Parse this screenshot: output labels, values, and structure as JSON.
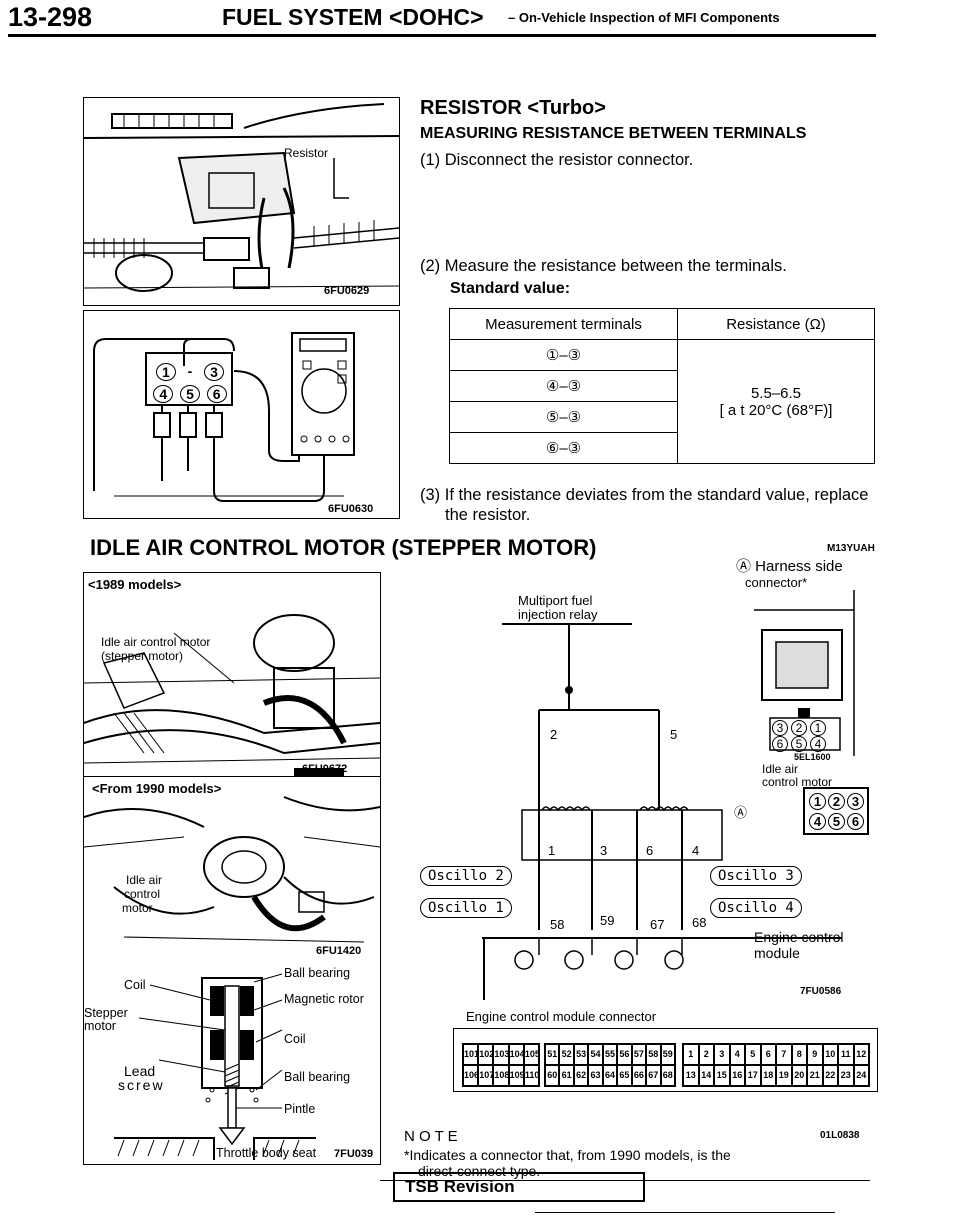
{
  "header": {
    "page_number": "13-298",
    "title": "FUEL SYSTEM <DOHC>",
    "subtitle": "– On-Vehicle Inspection of MFI Components"
  },
  "figures": {
    "resistor_photo": {
      "label": "Resistor",
      "code": "6FU0629"
    },
    "ohmmeter": {
      "code": "6FU0630",
      "pins_top": [
        "1",
        "-",
        "3"
      ],
      "pins_bottom": [
        "4",
        "5",
        "6"
      ]
    }
  },
  "resistor": {
    "title": "RESISTOR <Turbo>",
    "subtitle": "MEASURING RESISTANCE BETWEEN TERMINALS",
    "step1": "(1) Disconnect the resistor connector.",
    "step2": "(2) Measure the resistance between the terminals.",
    "standard_label": "Standard value:",
    "table": {
      "col1": "Measurement terminals",
      "col2": "Resistance (Ω)",
      "rows": [
        "①–③",
        "④–③",
        "⑤–③",
        "⑥–③"
      ],
      "value_line1": "5.5–6.5",
      "value_line2": "[ a t 20°C (68°F)]"
    },
    "step3_line1": "(3) If the resistance deviates from the standard value, replace",
    "step3_line2": "the resistor."
  },
  "iac": {
    "title": "IDLE AIR CONTROL MOTOR (STEPPER MOTOR)",
    "code": "M13YUAH",
    "photo1": {
      "label_models": "<1989 models>",
      "label_part_1": "Idle air control motor",
      "label_part_2": "(stepper motor)",
      "code": "6FU0672"
    },
    "photo2": {
      "label_models": "<From 1990 models>",
      "label_part_1": "Idle air",
      "label_part_2": "control",
      "label_part_3": "motor",
      "code": "6FU1420"
    },
    "cutaway": {
      "ball_bearing_top": "Ball bearing",
      "coil_left": "Coil",
      "magnetic_rotor": "Magnetic rotor",
      "stepper_motor_1": "Stepper",
      "stepper_motor_2": "motor",
      "coil_right": "Coil",
      "lead_screw_1": "Lead",
      "lead_screw_2": "screw",
      "ball_bearing_bottom": "Ball bearing",
      "pintle": "Pintle",
      "throttle_body_seat": "Throttle body seat",
      "code": "7FU039"
    },
    "circuit": {
      "relay_label_1": "Multiport fuel",
      "relay_label_2": "injection relay",
      "harness_label_1": "Ⓐ Harness side",
      "harness_label_2": "connector*",
      "harness_code": "5EL1600",
      "harness_pins_top": [
        "3",
        "2",
        "1"
      ],
      "harness_pins_bottom": [
        "6",
        "5",
        "4"
      ],
      "idle_label_1": "Idle air",
      "idle_label_2": "control motor",
      "idle_marker": "Ⓐ",
      "idle_pins_top": [
        "1",
        "2",
        "3"
      ],
      "idle_pins_bottom": [
        "4",
        "5",
        "6"
      ],
      "pin_2": "2",
      "pin_5": "5",
      "pins_lower": [
        "1",
        "3",
        "6",
        "4"
      ],
      "oscillo": [
        "Oscillo 2",
        "Oscillo 1",
        "Oscillo 3",
        "Oscillo 4"
      ],
      "ecm_pins": [
        "58",
        "59",
        "67",
        "68"
      ],
      "ecm_label_1": "Engine control",
      "ecm_label_2": "module",
      "code": "7FU0586"
    },
    "ecm_connector": {
      "label": "Engine control module connector",
      "code": "01L0838",
      "block1_top": [
        "101",
        "102",
        "103",
        "104",
        "105"
      ],
      "block1_bot": [
        "106",
        "107",
        "108",
        "109",
        "110"
      ],
      "block2_top": [
        "51",
        "52",
        "53",
        "54",
        "55",
        "56",
        "57",
        "58",
        "59"
      ],
      "block2_bot": [
        "60",
        "61",
        "62",
        "63",
        "64",
        "65",
        "66",
        "67",
        "68"
      ],
      "block3_top": [
        "1",
        "2",
        "3",
        "4",
        "5",
        "6",
        "7",
        "8",
        "9",
        "10",
        "11",
        "12"
      ],
      "block3_bot": [
        "13",
        "14",
        "15",
        "16",
        "17",
        "18",
        "19",
        "20",
        "21",
        "22",
        "23",
        "24"
      ]
    },
    "note_title": "N O T E",
    "note_text_1": "*Indicates a connector that, from 1990 models, is the",
    "note_text_2": "direct-connect type."
  },
  "footer": {
    "tsb": "TSB Revision"
  }
}
